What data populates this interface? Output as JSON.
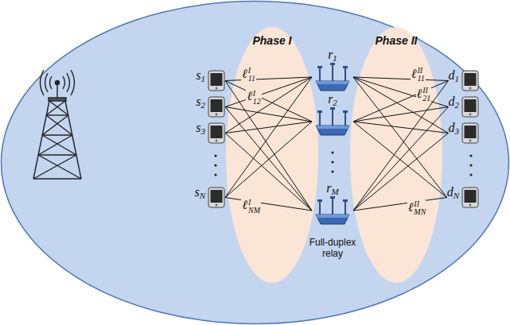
{
  "diagram": {
    "nodes": [
      {
        "text": [
          "s1"
        ]
      },
      {
        "text": [
          "s2"
        ]
      },
      {
        "text": [
          "s3"
        ]
      },
      {
        "text": [
          "sN"
        ]
      },
      {
        "text": [
          "Phase I"
        ]
      },
      {
        "text": [
          "r1"
        ]
      },
      {
        "text": [
          "r2"
        ]
      },
      {
        "text": [
          "rM"
        ]
      },
      {
        "text": [
          "Phase II"
        ]
      },
      {
        "text": [
          "d1"
        ]
      },
      {
        "text": [
          "d2"
        ]
      },
      {
        "text": [
          "d3"
        ]
      },
      {
        "text": [
          "dN"
        ]
      }
    ],
    "edges": [
      {
        "from": 0,
        "to": 5,
        "arrow": "none",
        "label": "ℓI11"
      },
      {
        "from": 0,
        "to": 6,
        "arrow": "none",
        "label": "ℓI12"
      },
      {
        "from": 0,
        "to": 7,
        "arrow": "none"
      },
      {
        "from": 1,
        "to": 5,
        "arrow": "none"
      },
      {
        "from": 1,
        "to": 6,
        "arrow": "none"
      },
      {
        "from": 1,
        "to": 7,
        "arrow": "none"
      },
      {
        "from": 2,
        "to": 5,
        "arrow": "none"
      },
      {
        "from": 2,
        "to": 6,
        "arrow": "none"
      },
      {
        "from": 2,
        "to": 7,
        "arrow": "none"
      },
      {
        "from": 3,
        "to": 5,
        "arrow": "none"
      },
      {
        "from": 3,
        "to": 6,
        "arrow": "none"
      },
      {
        "from": 3,
        "to": 7,
        "arrow": "none",
        "label": "ℓINM"
      },
      {
        "from": 5,
        "to": 9,
        "arrow": "none",
        "label": "ℓII11"
      },
      {
        "from": 5,
        "to": 10,
        "arrow": "none"
      },
      {
        "from": 5,
        "to": 11,
        "arrow": "none"
      },
      {
        "from": 5,
        "to": 12,
        "arrow": "none"
      },
      {
        "from": 6,
        "to": 9,
        "arrow": "none",
        "label": "ℓII21"
      },
      {
        "from": 6,
        "to": 10,
        "arrow": "none"
      },
      {
        "from": 6,
        "to": 11,
        "arrow": "none"
      },
      {
        "from": 6,
        "to": 12,
        "arrow": "none"
      },
      {
        "from": 7,
        "to": 9,
        "arrow": "none"
      },
      {
        "from": 7,
        "to": 10,
        "arrow": "none"
      },
      {
        "from": 7,
        "to": 11,
        "arrow": "none"
      },
      {
        "from": 7,
        "to": 12,
        "arrow": "none",
        "label": "ℓIIMN"
      }
    ],
    "labels": [
      "Full-duplex relay"
    ]
  }
}
